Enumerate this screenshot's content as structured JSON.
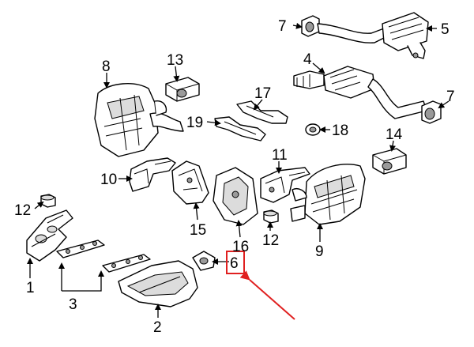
{
  "callouts": {
    "c1": "1",
    "c2": "2",
    "c3": "3",
    "c4": "4",
    "c5": "5",
    "c6": "6",
    "c7a": "7",
    "c7b": "7",
    "c8": "8",
    "c9": "9",
    "c10": "10",
    "c11": "11",
    "c12a": "12",
    "c12b": "12",
    "c13": "13",
    "c14": "14",
    "c15": "15",
    "c16": "16",
    "c17": "17",
    "c18": "18",
    "c19": "19"
  },
  "highlight": {
    "box_color": "#e02020",
    "arrow_color": "#e02020"
  }
}
